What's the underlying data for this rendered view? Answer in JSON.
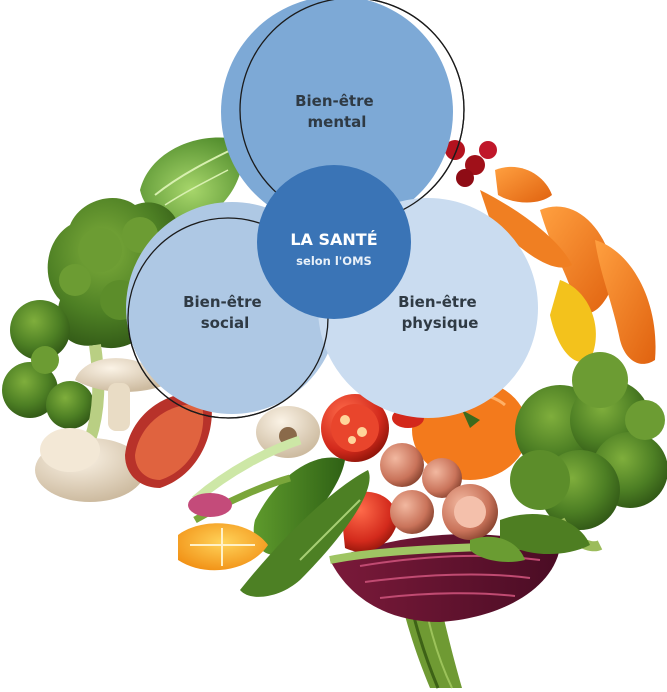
{
  "diagram": {
    "center": {
      "title": "LA SANTÉ",
      "subtitle": "selon l'OMS"
    },
    "circles": [
      {
        "id": "mental",
        "line1": "Bien-être",
        "line2": "mental"
      },
      {
        "id": "social",
        "line1": "Bien-être",
        "line2": "social"
      },
      {
        "id": "physique",
        "line1": "Bien-être",
        "line2": "physique"
      }
    ]
  },
  "colors": {
    "mental": "#7da9d6",
    "social": "#aec8e4",
    "physique": "#cadcf0",
    "center": "#3a74b6",
    "label": "#2f3a44"
  },
  "illustration": {
    "subject": "brain made of vegetables",
    "items": [
      "broccoli",
      "lettuce",
      "mushroom",
      "tomato",
      "carrot",
      "cucumber",
      "onion",
      "orange-slice",
      "red-cabbage",
      "celery",
      "cherries",
      "fig"
    ]
  }
}
